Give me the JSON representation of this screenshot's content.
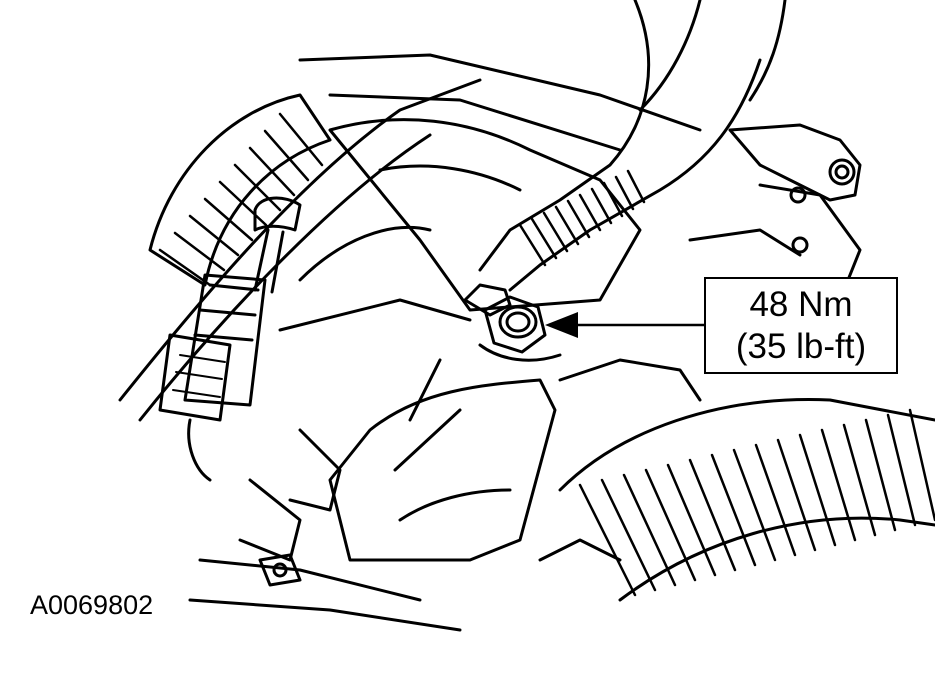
{
  "figure": {
    "id_label": "A0069802"
  },
  "callout": {
    "torque_metric": "48 Nm",
    "torque_imperial": "(35 lb-ft)"
  },
  "colors": {
    "ink": "#000000",
    "paper": "#ffffff"
  }
}
